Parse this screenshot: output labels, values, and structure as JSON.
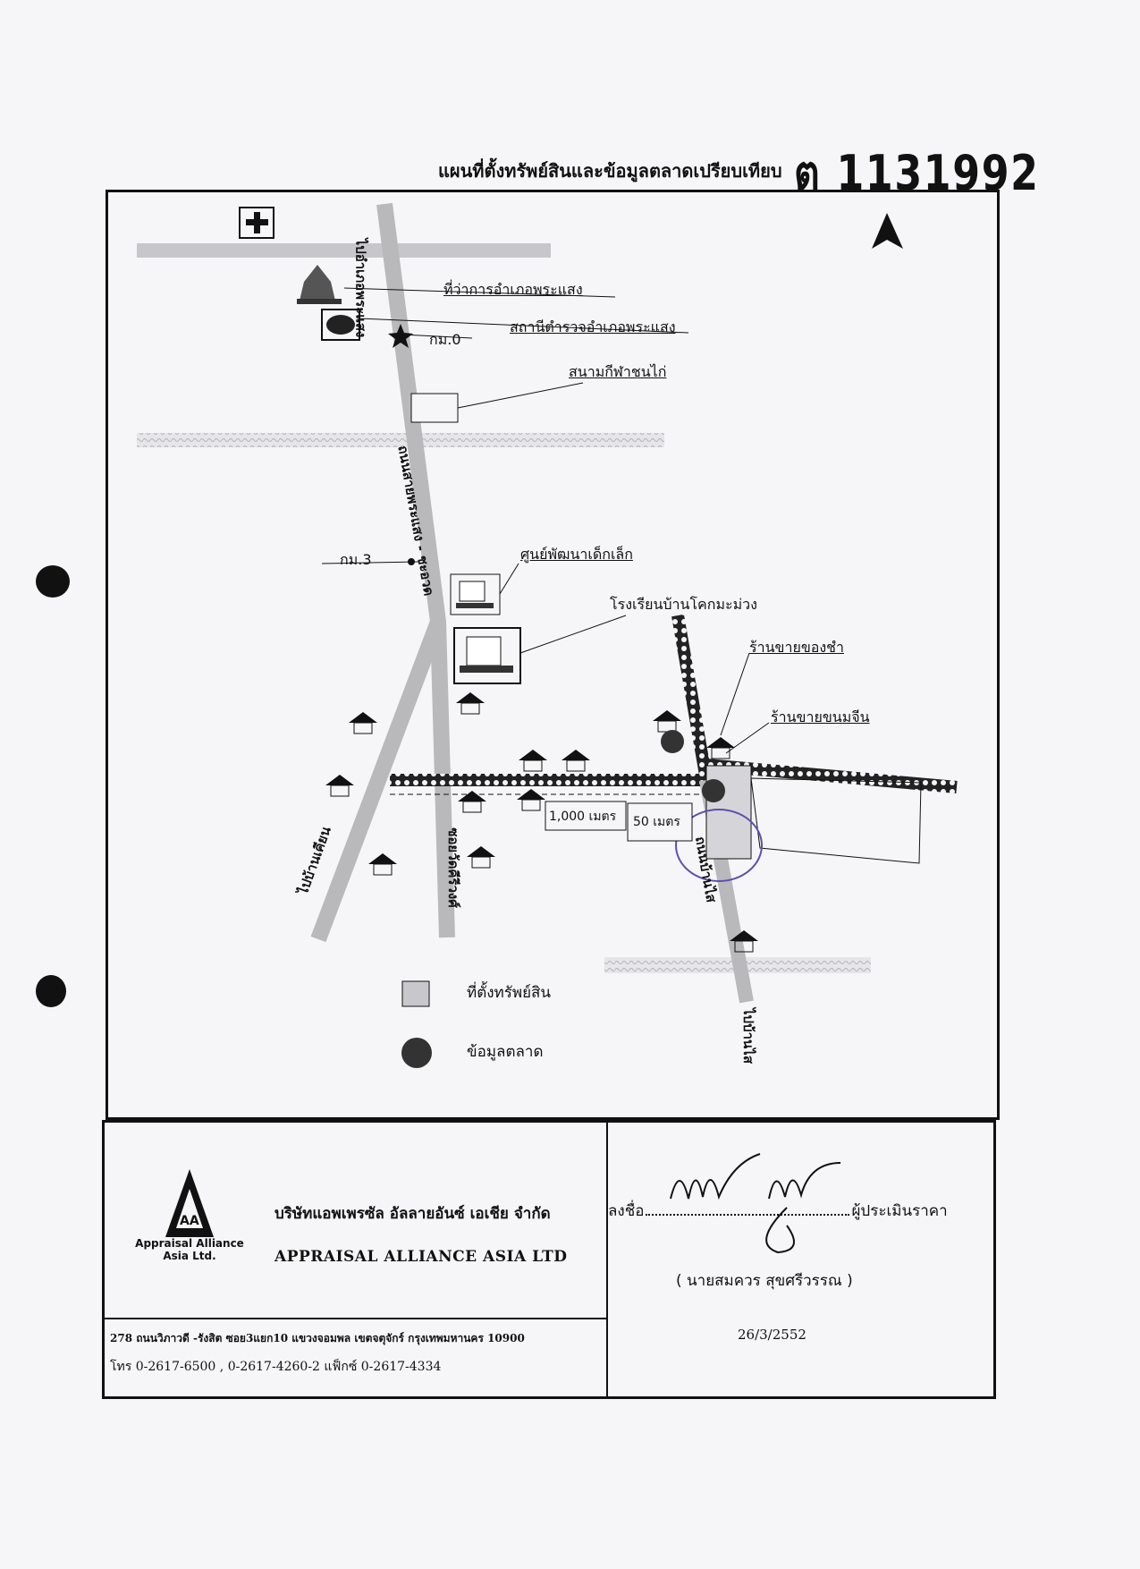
{
  "header": {
    "title": "แผนที่ตั้งทรัพย์สินและข้อมูลตลาดเปรียบเทียบ",
    "doc_number": "ต 1131992"
  },
  "map": {
    "roads": {
      "highway_north": "ไปอำเภอพระแสง",
      "highway_main": "ถนนสายพระแสง - ชะอวด",
      "road_southwest": "ไปบ้านเคียน",
      "road_south_mid": "ซอยวัดคีรีวงศ์",
      "road_right": "ถนนบ้านไส",
      "road_right_south": "ไปบ้านไส"
    },
    "labels": {
      "district_office": "ที่ว่าการอำเภอพระแสง",
      "police_station": "สถานีตำรวจอำเภอพระแสง",
      "km0": "กม.0",
      "cockfight_stadium": "สนามกีฬาชนไก่",
      "km3": "กม.3",
      "child_center": "ศูนย์พัฒนาเด็กเล็ก",
      "school": "โรงเรียนบ้านโคกมะม่วง",
      "grocery_shop": "ร้านขายของชำ",
      "noodle_shop": "ร้านขายขนมจีน",
      "dist_1000": "1,000 เมตร",
      "dist_50": "50 เมตร"
    },
    "legend": {
      "property": "ที่ตั้งทรัพย์สิน",
      "market": "ข้อมูลตลาด"
    },
    "icon_names": [
      "hospital-icon",
      "north-arrow-icon",
      "temple-icon",
      "house-icon",
      "school-icon"
    ]
  },
  "footer": {
    "company_th": "บริษัทแอพเพรซัล อัลลายอันซ์ เอเชีย จำกัด",
    "company_en": "APPRAISAL ALLIANCE ASIA LTD",
    "logo_text": "Appraisal Alliance Asia Ltd.",
    "address": "278 ถนนวิภาวดี -รังสิต ซอย3แยก10 แขวงจอมพล เขตจตุจักร์ กรุงเทพมหานคร 10900",
    "phone": "โทร 0-2617-6500 , 0-2617-4260-2 แฟ็กซ์ 0-2617-4334",
    "sign_prefix": "ลงชื่อ",
    "sign_suffix": "ผู้ประเมินราคา",
    "appraiser_name": "( นายสมควร สุขศรีวรรณ )",
    "date": "26/3/2552"
  },
  "colors": {
    "road_gray": "#b9b9bc",
    "ink": "#111111",
    "stamp_purple": "#5a4fb0"
  }
}
